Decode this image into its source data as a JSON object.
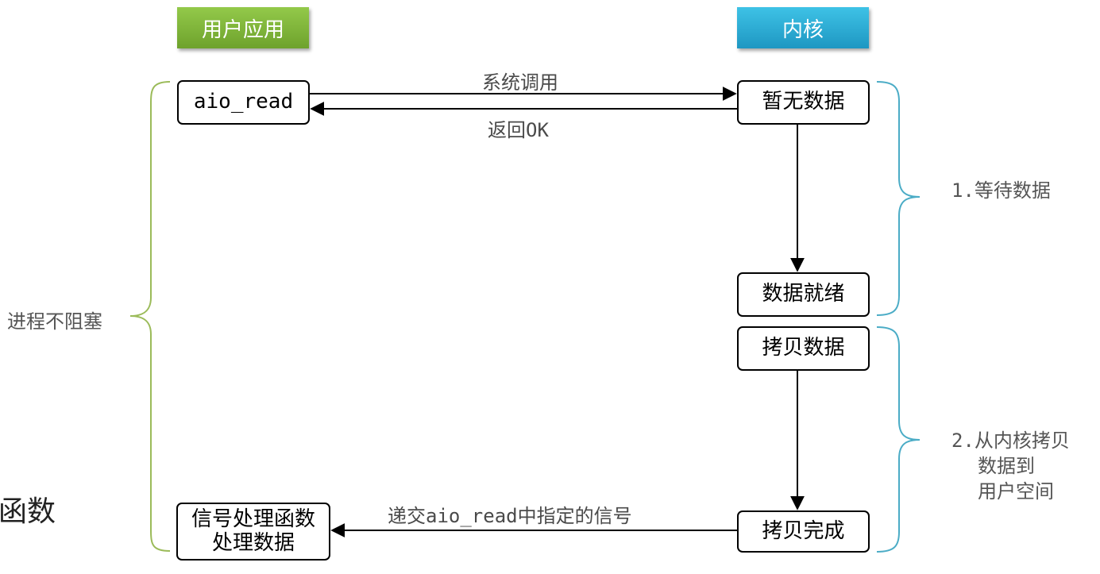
{
  "headers": {
    "user_app": "用户应用",
    "kernel": "内核"
  },
  "user_boxes": {
    "aio_read": "aio_read",
    "handler_line1": "信号处理函数",
    "handler_line2": "处理数据"
  },
  "kernel_boxes": {
    "no_data": "暂无数据",
    "data_ready": "数据就绪",
    "copy_data": "拷贝数据",
    "copy_done": "拷贝完成"
  },
  "arrows": {
    "syscall": "系统调用",
    "return_prefix": "返回",
    "return_ok": "OK",
    "deliver_prefix": "递交",
    "deliver_mono": "aio_read",
    "deliver_suffix": "中指定的信号"
  },
  "stages": {
    "stage1_num": "1.",
    "stage1_text": "等待数据",
    "stage2_num": "2.",
    "stage2_line1": "从内核拷贝",
    "stage2_line2": "数据到",
    "stage2_line3": "用户空间"
  },
  "left_label": "进程不阻塞",
  "left_fragment": "函数",
  "colors": {
    "user_green": "#7db33a",
    "kernel_blue": "#2aa7d3",
    "brace_green": "#9bbb59",
    "brace_blue": "#4bacc6"
  }
}
